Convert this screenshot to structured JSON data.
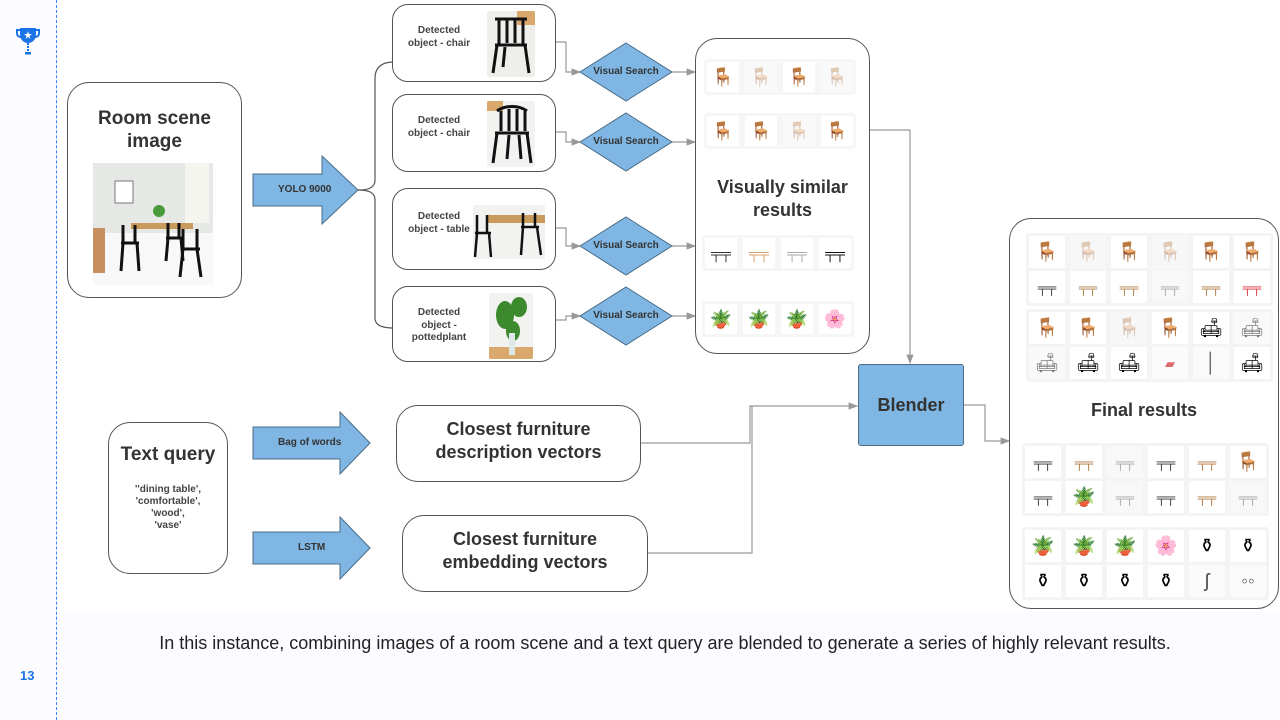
{
  "slide": {
    "number": "13",
    "caption": "In this instance, combining images of a room scene and a text query are blended to generate a series of highly relevant results.",
    "icon": "trophy-icon",
    "accent_color": "#1a73e8"
  },
  "diagram": {
    "room_scene": {
      "title": "Room scene image",
      "image": "dining room photo with black chairs and wooden table"
    },
    "yolo_arrow": {
      "label": "YOLO 9000"
    },
    "detected": [
      {
        "label": "Detected object - chair",
        "image": "black chair"
      },
      {
        "label": "Detected object - chair",
        "image": "black chair"
      },
      {
        "label": "Detected object - table",
        "image": "table with chairs"
      },
      {
        "label": "Detected object - pottedplant",
        "image": "potted plant"
      }
    ],
    "visual_search": [
      {
        "label": "Visual Search"
      },
      {
        "label": "Visual Search"
      },
      {
        "label": "Visual Search"
      },
      {
        "label": "Visual Search"
      }
    ],
    "visually_similar": {
      "title": "Visually similar results",
      "rows": [
        [
          "chair-black",
          "chair-white",
          "chair-black-wicker",
          "chair-white-arm"
        ],
        [
          "chair-black",
          "chair-black-wicker",
          "chair-white-arm",
          "chair-black"
        ],
        [
          "table-dark",
          "table-wood",
          "table-white-set",
          "table-black-round"
        ],
        [
          "plant",
          "plant",
          "plant-red-pot",
          "orchid"
        ]
      ]
    },
    "text_query": {
      "title": "Text query",
      "terms": [
        "''dining table',",
        "'comfortable',",
        "'wood',",
        "'vase'"
      ]
    },
    "bag_of_words": {
      "label": "Bag of words"
    },
    "lstm": {
      "label": "LSTM"
    },
    "description_vectors": {
      "label": "Closest furniture description vectors"
    },
    "embedding_vectors": {
      "label": "Closest furniture embedding vectors"
    },
    "blender": {
      "label": "Blender",
      "color": "#7fb6e3"
    },
    "final_results": {
      "title": "Final results",
      "groups": [
        [
          "chair-black",
          "chair-white",
          "chair-black-wicker",
          "chair-white-arm",
          "bar-stool",
          "chair-wood",
          "table-drop-leaf",
          "table-wood",
          "table-wood",
          "cabinet-white",
          "table-drop-leaf-wood",
          "table-red"
        ],
        [
          "chair-black",
          "chair-black-wicker",
          "chair-white-arm",
          "chair-black",
          "armchair-beige",
          "sofa-white",
          "sofa-corner",
          "sofa-black",
          "sofa-grey",
          "rug-pink",
          "floor-lamp",
          "sofa-pink"
        ],
        [
          "table-dark",
          "table-wood",
          "table-white-set",
          "table-black-round",
          "stool-wood",
          "kids-chair-green",
          "picnic-table",
          "planter",
          "tv-bench-white",
          "tv-bench-black",
          "bench-wood",
          "storage-white"
        ],
        [
          "plant",
          "plant",
          "plant-red-pot",
          "orchid",
          "bottle",
          "vase-dark",
          "vase-dark",
          "vase-pattern",
          "vase-glass",
          "vase-glass-footed",
          "candle-holder",
          "glasses"
        ]
      ]
    }
  }
}
